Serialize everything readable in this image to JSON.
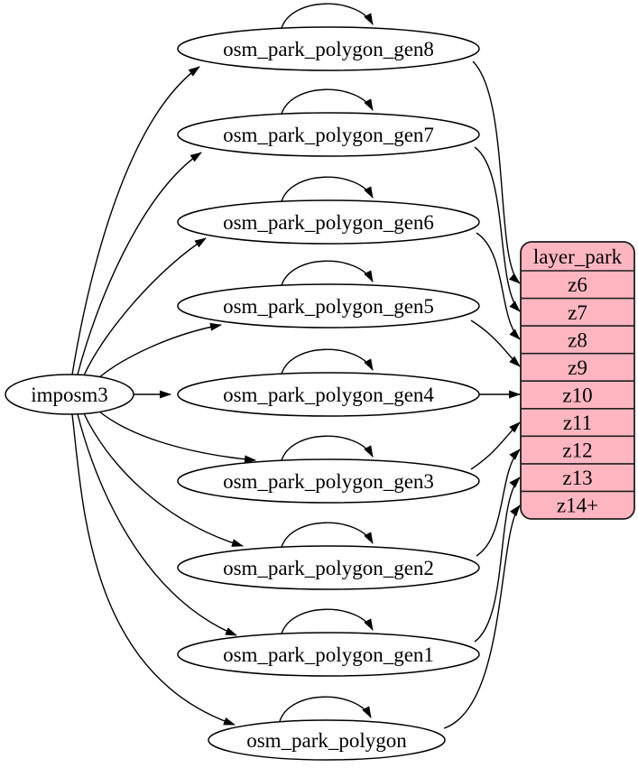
{
  "diagram_type": "etl-graph",
  "nodes": {
    "source": {
      "label": "imposm3"
    },
    "tables": [
      {
        "label": "osm_park_polygon_gen8"
      },
      {
        "label": "osm_park_polygon_gen7"
      },
      {
        "label": "osm_park_polygon_gen6"
      },
      {
        "label": "osm_park_polygon_gen5"
      },
      {
        "label": "osm_park_polygon_gen4"
      },
      {
        "label": "osm_park_polygon_gen3"
      },
      {
        "label": "osm_park_polygon_gen2"
      },
      {
        "label": "osm_park_polygon_gen1"
      },
      {
        "label": "osm_park_polygon"
      }
    ]
  },
  "layer": {
    "title": "layer_park",
    "rows": [
      "z6",
      "z7",
      "z8",
      "z9",
      "z10",
      "z11",
      "z12",
      "z13",
      "z14+"
    ]
  },
  "edges": {
    "from_source": [
      {
        "from": "imposm3",
        "to": "osm_park_polygon_gen8"
      },
      {
        "from": "imposm3",
        "to": "osm_park_polygon_gen7"
      },
      {
        "from": "imposm3",
        "to": "osm_park_polygon_gen6"
      },
      {
        "from": "imposm3",
        "to": "osm_park_polygon_gen5"
      },
      {
        "from": "imposm3",
        "to": "osm_park_polygon_gen4"
      },
      {
        "from": "imposm3",
        "to": "osm_park_polygon_gen3"
      },
      {
        "from": "imposm3",
        "to": "osm_park_polygon_gen2"
      },
      {
        "from": "imposm3",
        "to": "osm_park_polygon_gen1"
      },
      {
        "from": "imposm3",
        "to": "osm_park_polygon"
      }
    ],
    "self_loops": [
      "osm_park_polygon_gen8",
      "osm_park_polygon_gen7",
      "osm_park_polygon_gen6",
      "osm_park_polygon_gen5",
      "osm_park_polygon_gen4",
      "osm_park_polygon_gen3",
      "osm_park_polygon_gen2",
      "osm_park_polygon_gen1",
      "osm_park_polygon"
    ],
    "to_layer": [
      {
        "from": "osm_park_polygon_gen8",
        "to": "z6"
      },
      {
        "from": "osm_park_polygon_gen7",
        "to": "z7"
      },
      {
        "from": "osm_park_polygon_gen6",
        "to": "z8"
      },
      {
        "from": "osm_park_polygon_gen5",
        "to": "z9"
      },
      {
        "from": "osm_park_polygon_gen4",
        "to": "z10"
      },
      {
        "from": "osm_park_polygon_gen3",
        "to": "z11"
      },
      {
        "from": "osm_park_polygon_gen2",
        "to": "z12"
      },
      {
        "from": "osm_park_polygon_gen1",
        "to": "z13"
      },
      {
        "from": "osm_park_polygon",
        "to": "z14+"
      }
    ]
  },
  "colors": {
    "layer_fill": "#ffb6c1",
    "node_fill": "#ffffff",
    "edge_stroke": "#000000"
  }
}
